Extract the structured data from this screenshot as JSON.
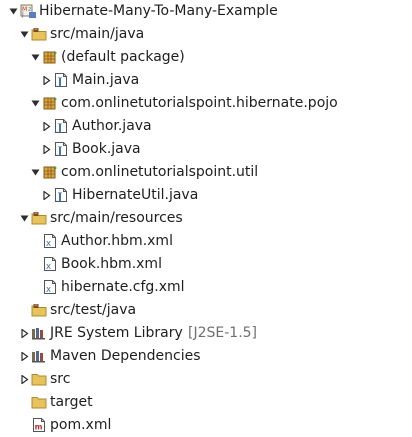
{
  "tree": [
    {
      "label": "Hibernate-Many-To-Many-Example",
      "icon": "maven-project-icon",
      "level": 0,
      "toggle": "expanded"
    },
    {
      "label": "src/main/java",
      "icon": "source-folder-icon",
      "level": 1,
      "toggle": "expanded"
    },
    {
      "label": "(default package)",
      "icon": "package-icon",
      "level": 2,
      "toggle": "expanded"
    },
    {
      "label": "Main.java",
      "icon": "java-file-icon",
      "level": 3,
      "toggle": "collapsed"
    },
    {
      "label": "com.onlinetutorialspoint.hibernate.pojo",
      "icon": "package-icon",
      "level": 2,
      "toggle": "expanded"
    },
    {
      "label": "Author.java",
      "icon": "java-file-icon",
      "level": 3,
      "toggle": "collapsed"
    },
    {
      "label": "Book.java",
      "icon": "java-file-icon",
      "level": 3,
      "toggle": "collapsed"
    },
    {
      "label": "com.onlinetutorialspoint.util",
      "icon": "package-icon",
      "level": 2,
      "toggle": "expanded"
    },
    {
      "label": "HibernateUtil.java",
      "icon": "java-file-icon",
      "level": 3,
      "toggle": "collapsed"
    },
    {
      "label": "src/main/resources",
      "icon": "source-folder-icon",
      "level": 1,
      "toggle": "expanded"
    },
    {
      "label": "Author.hbm.xml",
      "icon": "xml-file-icon",
      "level": 2,
      "toggle": "none"
    },
    {
      "label": "Book.hbm.xml",
      "icon": "xml-file-icon",
      "level": 2,
      "toggle": "none"
    },
    {
      "label": "hibernate.cfg.xml",
      "icon": "xml-file-icon",
      "level": 2,
      "toggle": "none"
    },
    {
      "label": "src/test/java",
      "icon": "source-folder-icon",
      "level": 1,
      "toggle": "none"
    },
    {
      "label": "JRE System Library",
      "decoration": "[J2SE-1.5]",
      "icon": "library-icon",
      "level": 1,
      "toggle": "collapsed"
    },
    {
      "label": "Maven Dependencies",
      "icon": "library-icon",
      "level": 1,
      "toggle": "collapsed"
    },
    {
      "label": "src",
      "icon": "folder-icon",
      "level": 1,
      "toggle": "collapsed"
    },
    {
      "label": "target",
      "icon": "folder-icon",
      "level": 1,
      "toggle": "none"
    },
    {
      "label": "pom.xml",
      "icon": "pom-file-icon",
      "level": 1,
      "toggle": "none"
    }
  ],
  "colors": {
    "folder": "#e6c35c",
    "package": "#b8860b",
    "java": "#3a6ea5",
    "decoration": "#6f6f6f"
  }
}
